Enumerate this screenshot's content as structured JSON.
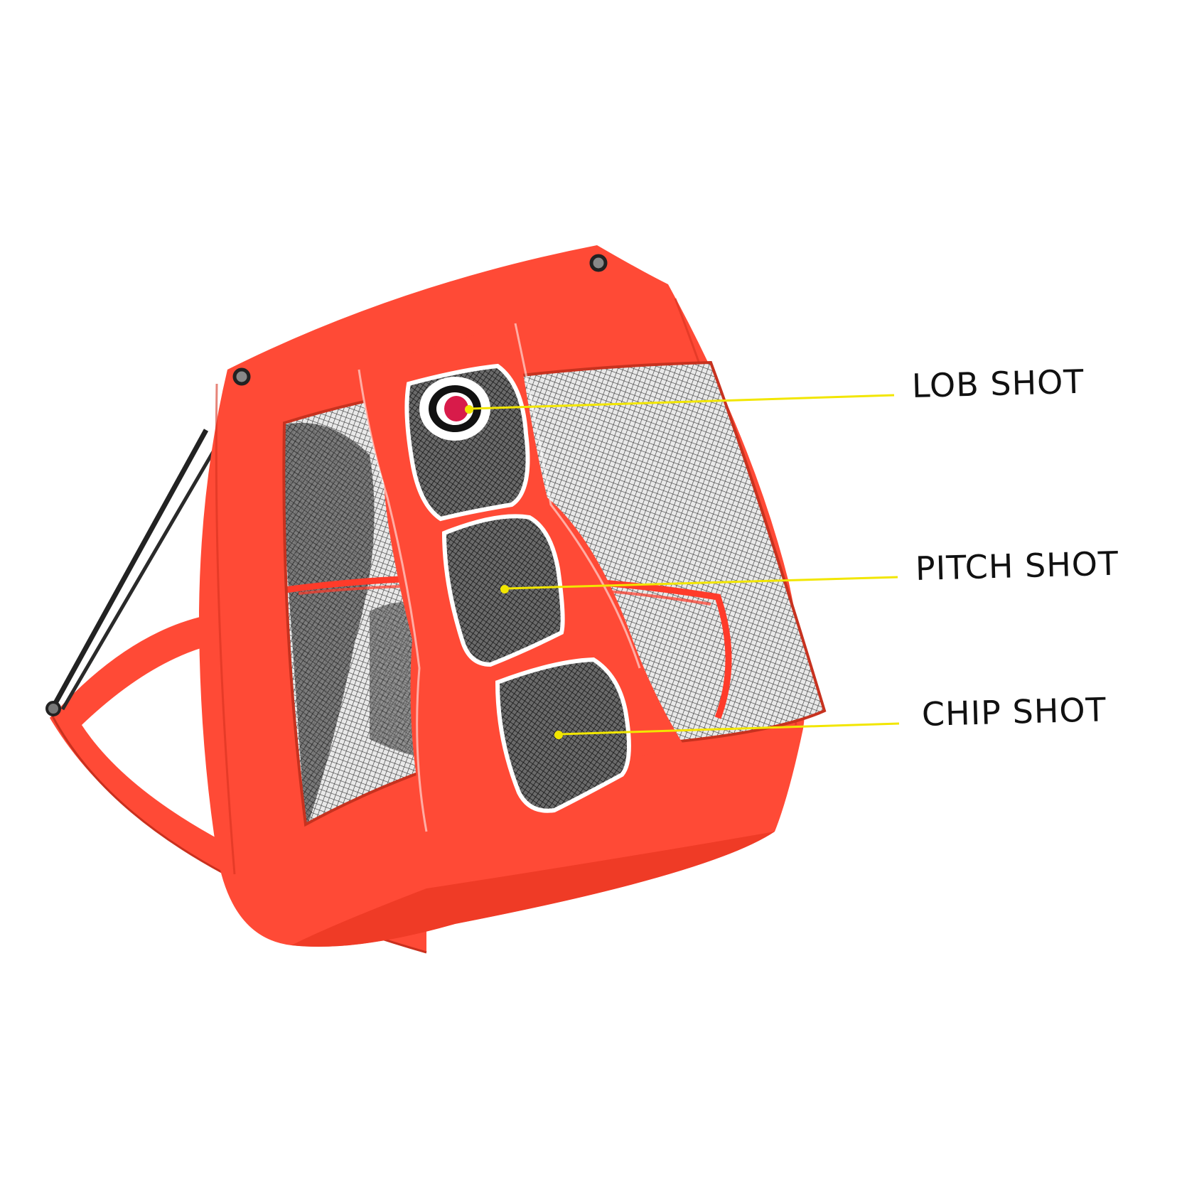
{
  "colors": {
    "background": "#ffffff",
    "net_fabric": "#ff4a36",
    "net_fabric_dark": "#e8341f",
    "mesh": "#2b2b2b",
    "pocket_trim": "#ffffff",
    "callout_line": "#f2e600",
    "target_center": "#d81b4a",
    "label_text": "#111111"
  },
  "callouts": {
    "lob": {
      "label": "LOB SHOT"
    },
    "pitch": {
      "label": "PITCH SHOT"
    },
    "chip": {
      "label": "CHIP SHOT"
    }
  }
}
